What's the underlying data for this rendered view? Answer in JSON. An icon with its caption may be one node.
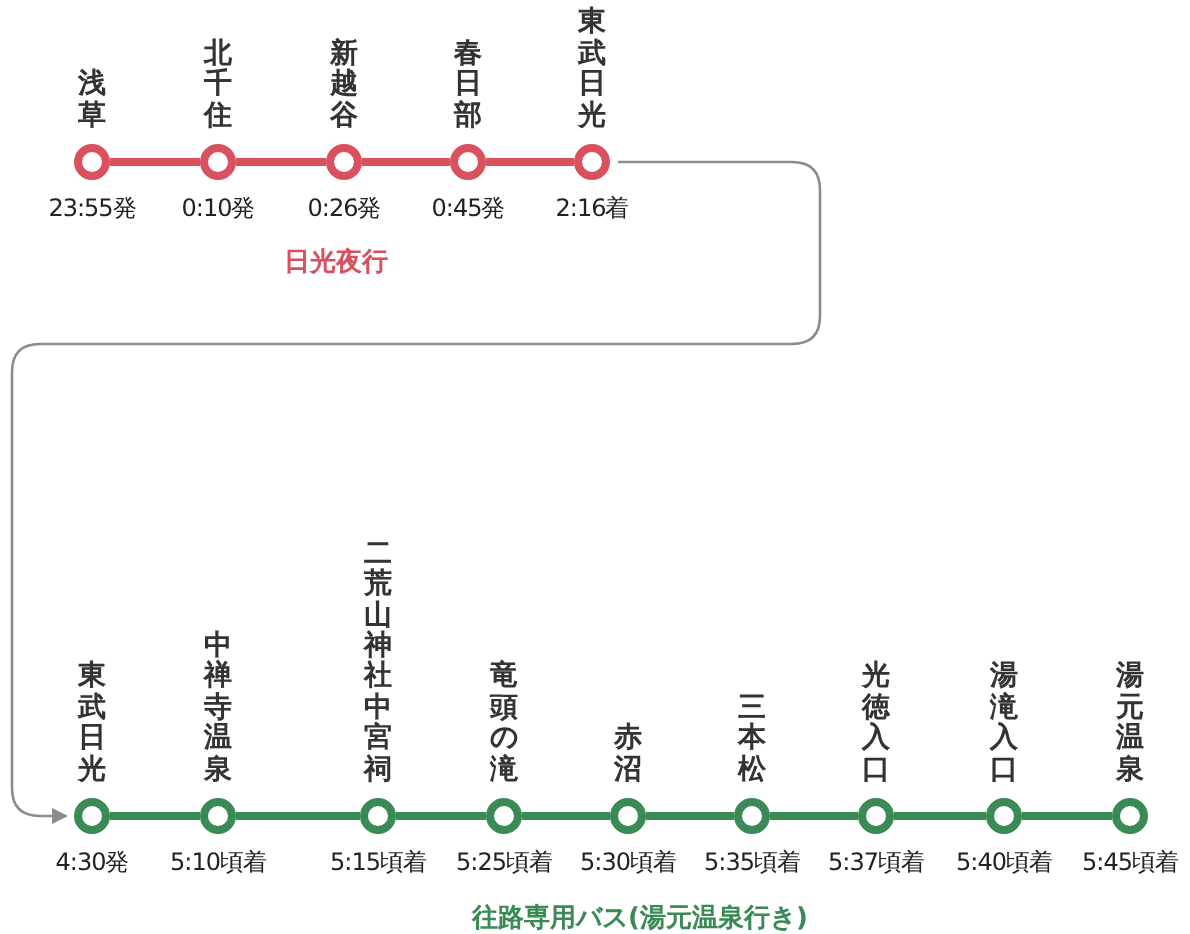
{
  "diagram": {
    "nodes": [
      {
        "text": [],
        "shape": "circle",
        "beside": [
          "浅草",
          "23:55発"
        ]
      },
      {
        "text": [],
        "shape": "circle",
        "beside": [
          "北千住",
          "0:10発"
        ]
      },
      {
        "text": [],
        "shape": "circle",
        "beside": [
          "新越谷",
          "0:26発"
        ]
      },
      {
        "text": [],
        "shape": "circle",
        "beside": [
          "春日部",
          "0:45発"
        ]
      },
      {
        "text": [],
        "shape": "circle",
        "beside": [
          "東武日光",
          "2:16着"
        ]
      },
      {
        "text": [],
        "shape": "circle",
        "beside": [
          "東武日光",
          "4:30発"
        ]
      },
      {
        "text": [],
        "shape": "circle",
        "beside": [
          "中禅寺温泉",
          "5:10頃着"
        ]
      },
      {
        "text": [],
        "shape": "circle",
        "beside": [
          "二荒山神社中宮祠",
          "5:15頃着"
        ]
      },
      {
        "text": [],
        "shape": "circle",
        "beside": [
          "竜頭の滝",
          "5:25頃着"
        ]
      },
      {
        "text": [],
        "shape": "circle",
        "beside": [
          "赤沼",
          "5:30頃着"
        ]
      },
      {
        "text": [],
        "shape": "circle",
        "beside": [
          "三本松",
          "5:35頃着"
        ]
      },
      {
        "text": [],
        "shape": "circle",
        "beside": [
          "光徳入口",
          "5:37頃着"
        ]
      },
      {
        "text": [],
        "shape": "circle",
        "beside": [
          "湯滝入口",
          "5:40頃着"
        ]
      },
      {
        "text": [],
        "shape": "circle",
        "beside": [
          "湯元温泉",
          "5:45頃着"
        ]
      }
    ],
    "edges": [
      {
        "from": 0,
        "to": 1,
        "arrow": "none",
        "color": "#d9505f"
      },
      {
        "from": 1,
        "to": 2,
        "arrow": "none",
        "color": "#d9505f"
      },
      {
        "from": 2,
        "to": 3,
        "arrow": "none",
        "color": "#d9505f"
      },
      {
        "from": 3,
        "to": 4,
        "arrow": "none",
        "color": "#d9505f"
      },
      {
        "from": 4,
        "to": 5,
        "arrow": "to",
        "color": "#8c8c8c"
      },
      {
        "from": 5,
        "to": 6,
        "arrow": "none",
        "color": "#3a8a55"
      },
      {
        "from": 6,
        "to": 7,
        "arrow": "none",
        "color": "#3a8a55"
      },
      {
        "from": 7,
        "to": 8,
        "arrow": "none",
        "color": "#3a8a55"
      },
      {
        "from": 8,
        "to": 9,
        "arrow": "none",
        "color": "#3a8a55"
      },
      {
        "from": 9,
        "to": 10,
        "arrow": "none",
        "color": "#3a8a55"
      },
      {
        "from": 10,
        "to": 11,
        "arrow": "none",
        "color": "#3a8a55"
      },
      {
        "from": 11,
        "to": 12,
        "arrow": "none",
        "color": "#3a8a55"
      },
      {
        "from": 12,
        "to": 13,
        "arrow": "none",
        "color": "#3a8a55"
      }
    ],
    "labels": [
      "日光夜行",
      "往路専用バス(湯元温泉行き)"
    ]
  }
}
